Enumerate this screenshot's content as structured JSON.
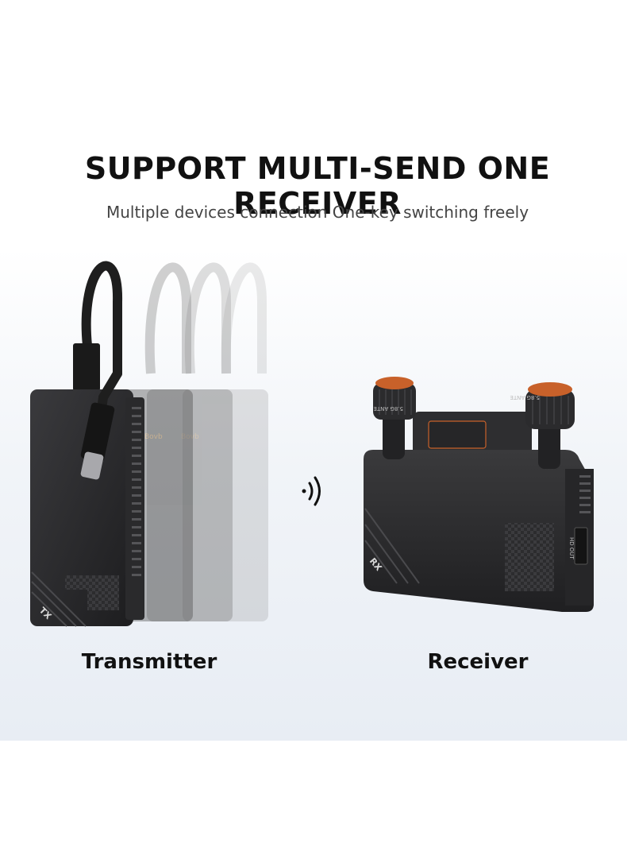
{
  "header": {
    "title": "SUPPORT MULTI-SEND ONE RECEIVER",
    "subtitle": "Multiple devices connection One-key switching freely"
  },
  "transmitter": {
    "label": "Transmitter",
    "device_mark": "TX",
    "ghost_brand": "Bovb"
  },
  "receiver": {
    "label": "Receiver",
    "device_mark": "RX",
    "port_label": "HD OUT",
    "antenna_label": "5.8G ANTE"
  },
  "colors": {
    "device_body": "#2b2b2d",
    "background_tint": "#e8edf4",
    "accent_orange": "#c8612a"
  }
}
